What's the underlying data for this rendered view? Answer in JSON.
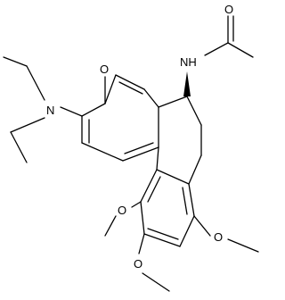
{
  "molecule": {
    "atoms": {
      "ketone_o": "O",
      "amide_o": "O",
      "amide_nh": "NH",
      "amine_n": "N",
      "ome_1": "O",
      "ome_2": "O",
      "ome_3": "O"
    }
  }
}
